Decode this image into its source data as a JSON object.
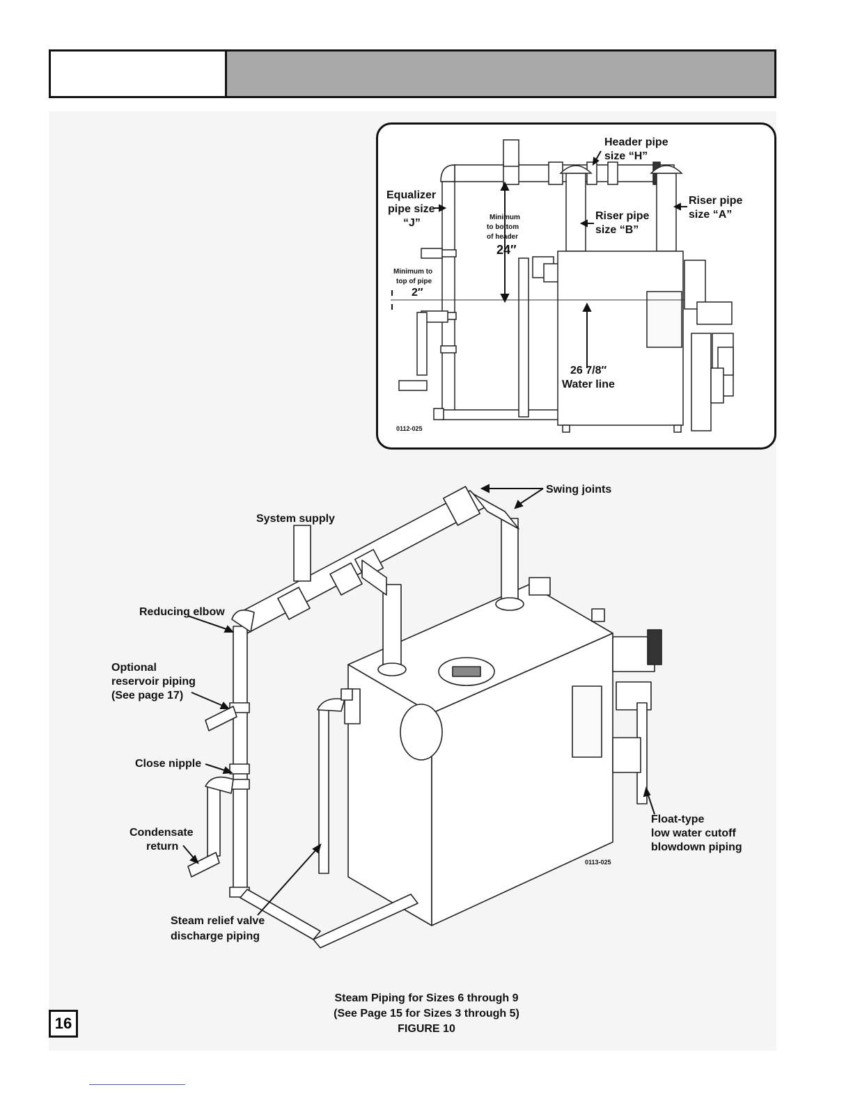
{
  "figure_top": {
    "labels": {
      "header_pipe": "Header pipe",
      "header_size": "size “H”",
      "equalizer": "Equalizer",
      "equalizer_size": "pipe size",
      "equalizer_j": "“J”",
      "riser_b": "Riser pipe",
      "riser_b_size": "size “B”",
      "riser_a": "Riser pipe",
      "riser_a_size": "size “A”",
      "min_header_1": "Minimum",
      "min_header_2": "to bottom",
      "min_header_3": "of header",
      "min_header_val": "24″",
      "min_pipe_1": "Minimum to",
      "min_pipe_2": "top of pipe",
      "min_pipe_val": "2″",
      "water_line_val": "26 7/8″",
      "water_line": "Water line"
    },
    "code": "0112-025"
  },
  "figure_main": {
    "labels": {
      "swing_joints": "Swing joints",
      "system_supply": "System supply",
      "reducing_elbow": "Reducing elbow",
      "optional_1": "Optional",
      "optional_2": "reservoir piping",
      "optional_3": "(See page 17)",
      "close_nipple": "Close nipple",
      "condensate_1": "Condensate",
      "condensate_2": "return",
      "relief_1": "Steam relief valve",
      "relief_2": "discharge piping",
      "float_1": "Float-type",
      "float_2": "low water cutoff",
      "float_3": "blowdown piping"
    },
    "code": "0113-025"
  },
  "caption": {
    "line1": "Steam Piping for Sizes 6 through 9",
    "line2": "(See Page 15 for Sizes 3 through 5)",
    "line3": "FIGURE 10"
  },
  "page_number": "16"
}
